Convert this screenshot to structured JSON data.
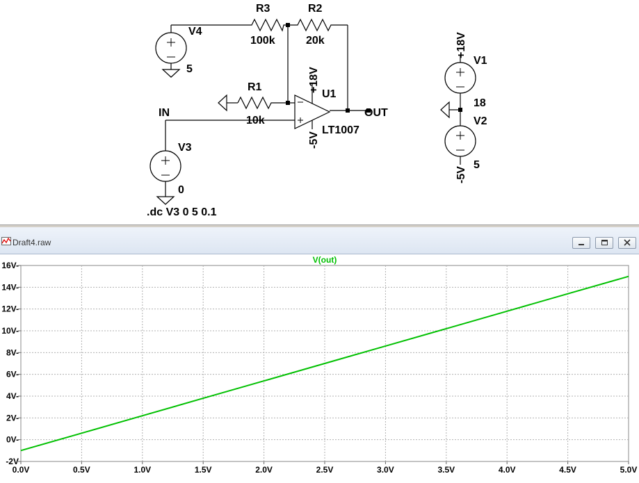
{
  "schematic": {
    "components": {
      "R3": {
        "name": "R3",
        "value": "100k"
      },
      "R2": {
        "name": "R2",
        "value": "20k"
      },
      "R1": {
        "name": "R1",
        "value": "10k"
      },
      "V4": {
        "name": "V4",
        "value": "5"
      },
      "V3": {
        "name": "V3",
        "value": "0"
      },
      "V1": {
        "name": "V1",
        "value": "18"
      },
      "V2": {
        "name": "V2",
        "value": "5"
      },
      "U1": {
        "name": "U1",
        "value": "LT1007"
      }
    },
    "nets": {
      "in": "IN",
      "out": "OUT",
      "pos": "+18V",
      "neg": "-5V",
      "v1_pos": "+18V",
      "v2_neg": "-5V"
    },
    "directive": ".dc V3 0 5 0.1"
  },
  "plot_window": {
    "title": "Draft4.raw",
    "buttons": [
      "minimize",
      "restore",
      "close"
    ]
  },
  "chart_data": {
    "type": "line",
    "title": "V(out)",
    "xlabel": "",
    "ylabel": "",
    "xlim": [
      0,
      5
    ],
    "ylim": [
      -2,
      16
    ],
    "x_ticks": [
      "0.0V",
      "0.5V",
      "1.0V",
      "1.5V",
      "2.0V",
      "2.5V",
      "3.0V",
      "3.5V",
      "4.0V",
      "4.5V",
      "5.0V"
    ],
    "y_ticks": [
      "-2V",
      "0V-",
      "2V-",
      "4V-",
      "6V-",
      "8V-",
      "10V-",
      "12V-",
      "14V-",
      "16V-"
    ],
    "grid": true,
    "series": [
      {
        "name": "V(out)",
        "color": "#00c000",
        "x": [
          0,
          0.5,
          1.0,
          1.5,
          2.0,
          2.5,
          3.0,
          3.5,
          4.0,
          4.5,
          5.0
        ],
        "y": [
          -1.0,
          0.6,
          2.2,
          3.8,
          5.4,
          7.0,
          8.6,
          10.2,
          11.8,
          13.4,
          15.0
        ]
      }
    ]
  }
}
